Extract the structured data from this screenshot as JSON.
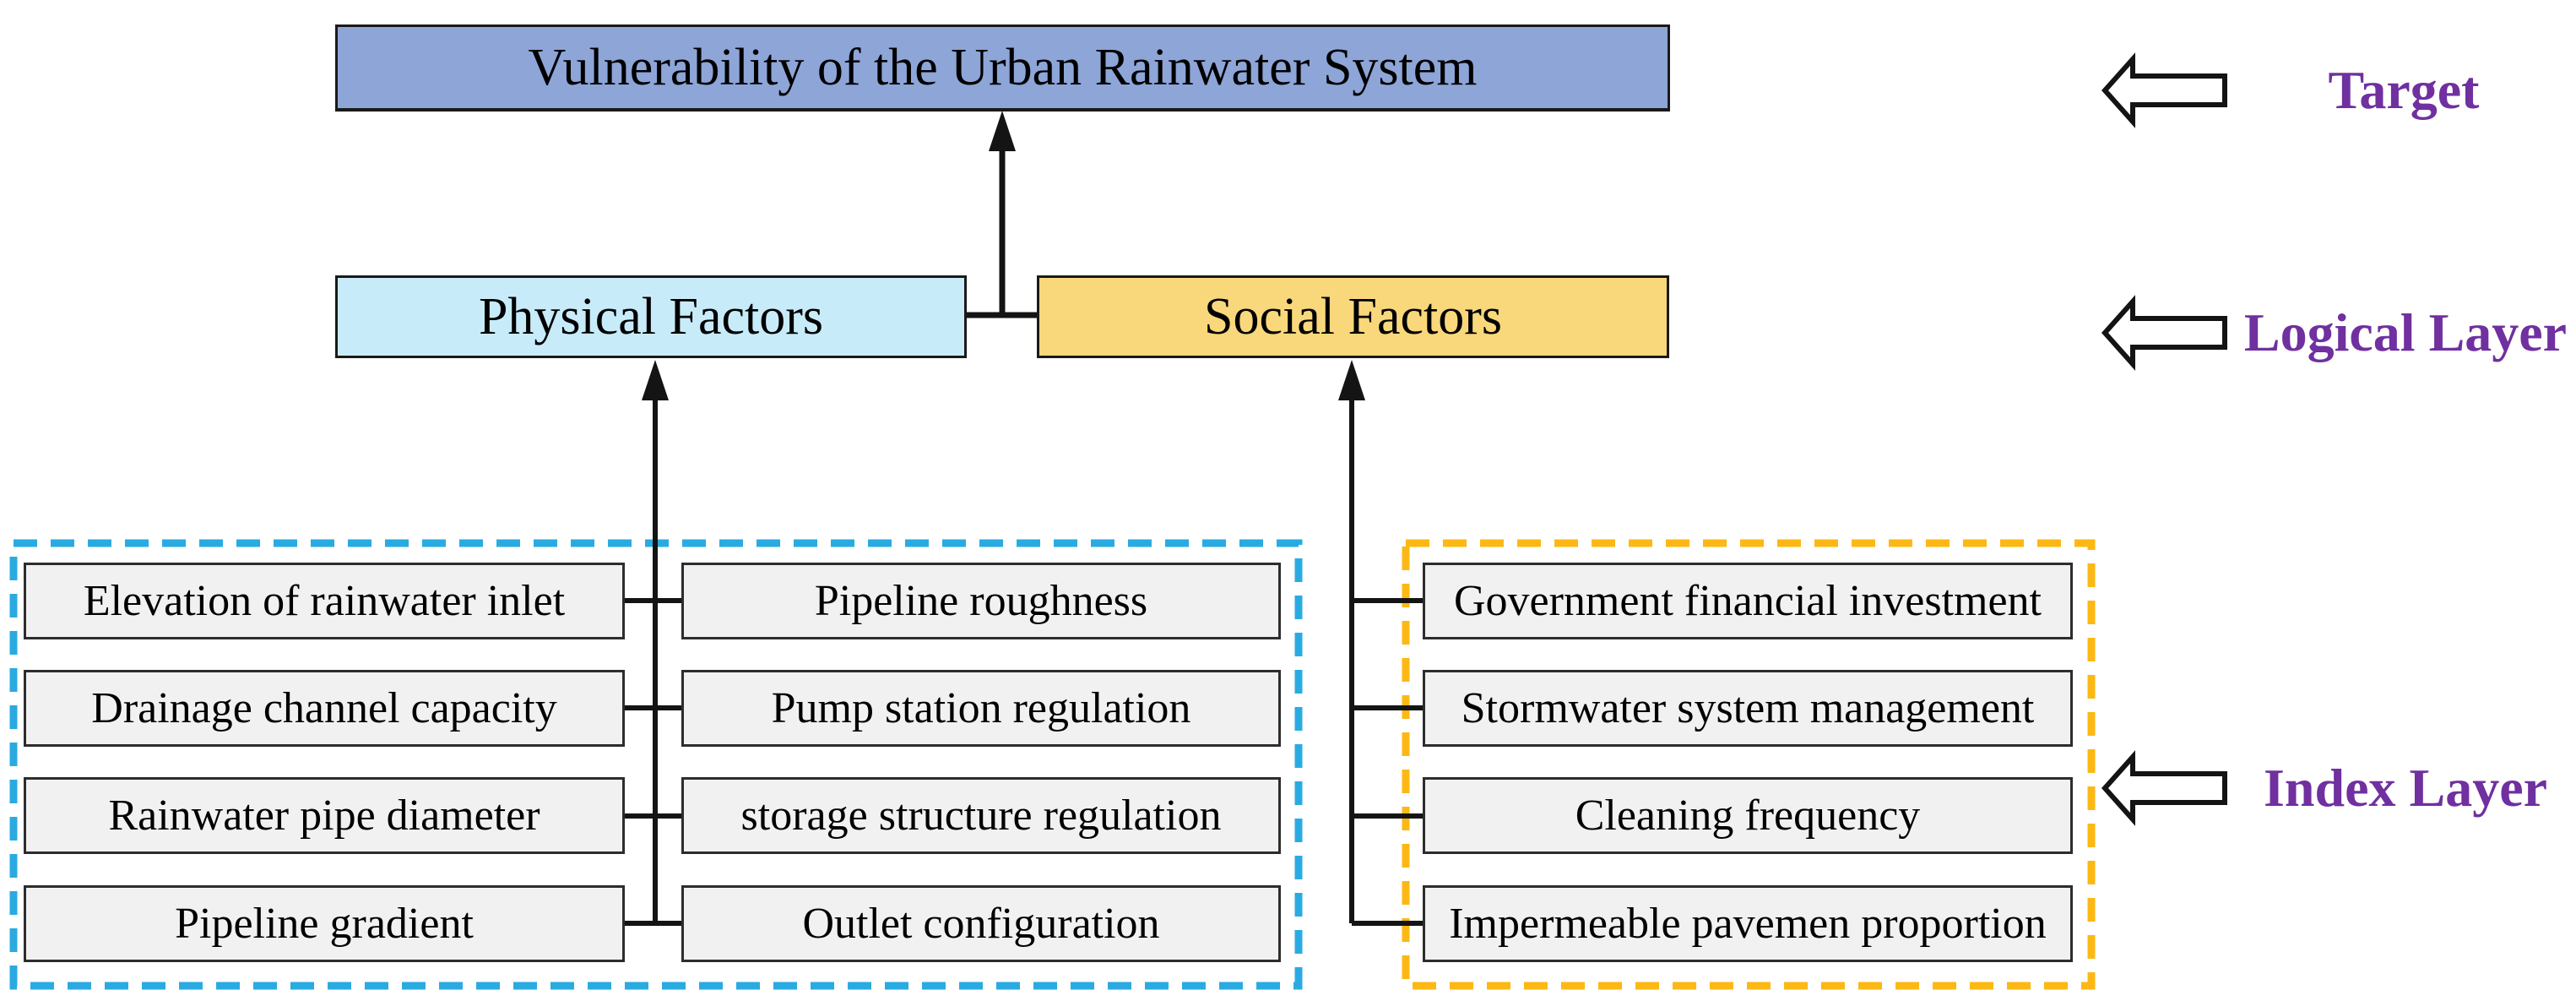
{
  "figure": {
    "title_box": "Vulnerability of the Urban Rainwater System",
    "logical_layer": {
      "physical": "Physical Factors",
      "social": "Social Factors"
    },
    "index_layer": {
      "physical_col1": [
        "Elevation of rainwater inlet",
        "Drainage channel capacity",
        "Rainwater pipe diameter",
        "Pipeline gradient"
      ],
      "physical_col2": [
        "Pipeline roughness",
        "Pump station regulation",
        "storage structure regulation",
        "Outlet configuration"
      ],
      "social_col": [
        "Government financial investment",
        "Stormwater system management",
        "Cleaning frequency",
        "Impermeable pavemen proportion"
      ]
    },
    "annotations": {
      "target": "Target",
      "logical": "Logical Layer",
      "index": "Index Layer"
    },
    "colors": {
      "target_fill": "#8EA5D8",
      "physical_fill": "#C8EBFA",
      "social_fill": "#F9D77B",
      "index_fill": "#F1F1F1",
      "physical_group_border": "#29ABE2",
      "social_group_border": "#FCB814",
      "annotation_text": "#7030A0",
      "line_color": "#141414"
    }
  }
}
